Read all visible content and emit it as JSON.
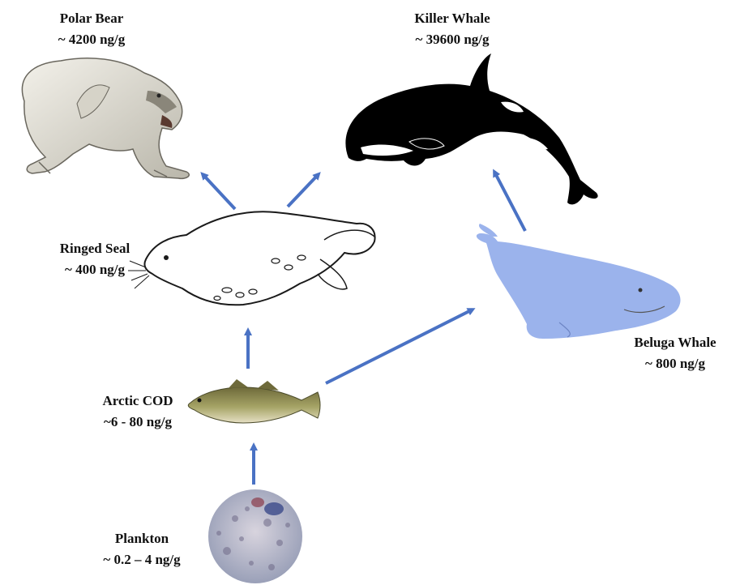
{
  "organisms": {
    "polar_bear": {
      "name": "Polar Bear",
      "value": "~ 4200 ng/g"
    },
    "killer_whale": {
      "name": "Killer Whale",
      "value": "~ 39600 ng/g"
    },
    "ringed_seal": {
      "name": "Ringed Seal",
      "value": "~ 400 ng/g"
    },
    "beluga_whale": {
      "name": "Beluga Whale",
      "value": "~ 800 ng/g"
    },
    "arctic_cod": {
      "name": "Arctic COD",
      "value": "~6 - 80 ng/g"
    },
    "plankton": {
      "name": "Plankton",
      "value": "~ 0.2 – 4 ng/g"
    }
  },
  "colors": {
    "arrow": "#4a72c4",
    "beluga": "#9bb3ec",
    "orca": "#000000",
    "cod": "#8a8a4a"
  }
}
